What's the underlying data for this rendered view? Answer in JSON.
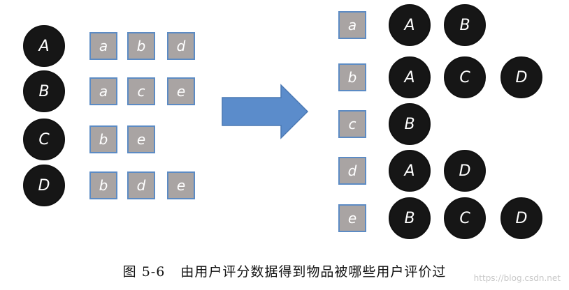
{
  "left_table": [
    {
      "user": "A",
      "items": [
        "a",
        "b",
        "d"
      ]
    },
    {
      "user": "B",
      "items": [
        "a",
        "c",
        "e"
      ]
    },
    {
      "user": "C",
      "items": [
        "b",
        "e"
      ]
    },
    {
      "user": "D",
      "items": [
        "b",
        "d",
        "e"
      ]
    }
  ],
  "right_table": [
    {
      "item": "a",
      "users": [
        "A",
        "B"
      ]
    },
    {
      "item": "b",
      "users": [
        "A",
        "C",
        "D"
      ]
    },
    {
      "item": "c",
      "users": [
        "B"
      ]
    },
    {
      "item": "d",
      "users": [
        "A",
        "D"
      ]
    },
    {
      "item": "e",
      "users": [
        "B",
        "C",
        "D"
      ]
    }
  ],
  "caption": {
    "number": "图 5-6",
    "text": "由用户评分数据得到物品被哪些用户评价过"
  },
  "watermark": "https://blog.csdn.net",
  "colors": {
    "user_circle_fill": "#161616",
    "item_square_fill": "#a9a4a3",
    "item_square_border": "#5c8bc4",
    "arrow_fill": "#5b8ccb"
  }
}
